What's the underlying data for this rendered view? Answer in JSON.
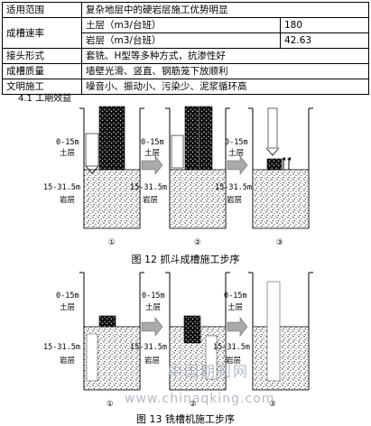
{
  "table": {
    "rows": [
      {
        "label": "适用范围",
        "value": "复杂地层中的硬岩层施工优势明显"
      },
      {
        "label": "成槽速率",
        "sub": [
          {
            "layer": "土层（m3/台班）",
            "value": "180"
          },
          {
            "layer": "岩层（m3/台班）",
            "value": "42.63"
          }
        ]
      },
      {
        "label": "接头形式",
        "value": "套铣、H型等多种方式，抗渗性好"
      },
      {
        "label": "成槽质量",
        "value": "墙壁光滑、竖直、钢筋笼下放顺利"
      },
      {
        "label": "文明施工",
        "value": "噪音小、振动小、污染少、泥浆循环高"
      }
    ]
  },
  "section_title": "4.1 工期效益",
  "figure12": {
    "caption": "图 12 抓斗成槽施工步序",
    "soil_depth": "0-15m",
    "soil_label": "土层",
    "rock_depth": "15-31.5m",
    "rock_label": "岩层",
    "steps": [
      "①",
      "②",
      "③"
    ]
  },
  "figure13": {
    "caption": "图 13 铣槽机施工步序",
    "soil_depth": "0-15m",
    "soil_label": "土层",
    "rock_depth": "15-31.5m",
    "rock_label": "岩层",
    "steps": [
      "①",
      "②",
      "③"
    ]
  },
  "watermark": {
    "cn": "中国期刊网",
    "url": "www.chinaqking.com"
  }
}
